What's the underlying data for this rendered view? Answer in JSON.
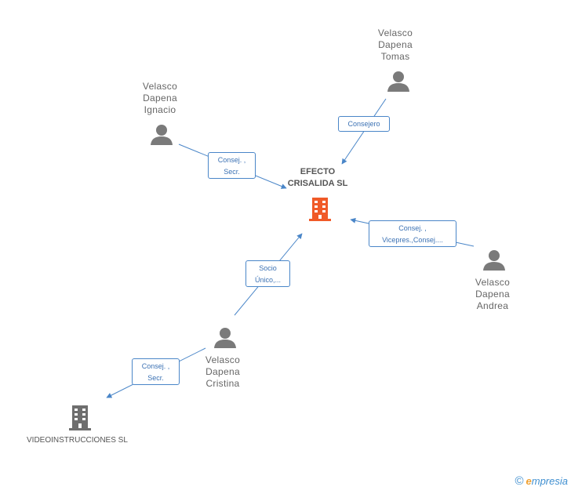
{
  "colors": {
    "accent": "#f05a28",
    "edge": "#4a86c8",
    "person": "#7a7a7a",
    "company_gray": "#6e6e6e"
  },
  "center_company": {
    "lines": [
      "EFECTO",
      "CRISALIDA SL"
    ],
    "icon": "building-icon"
  },
  "other_company": {
    "name": "VIDEOINSTRUCCIONES SL",
    "icon": "building-icon"
  },
  "persons": [
    {
      "lines": [
        "Velasco",
        "Dapena",
        "Tomas"
      ],
      "icon": "person-icon"
    },
    {
      "lines": [
        "Velasco",
        "Dapena",
        "Ignacio"
      ],
      "icon": "person-icon"
    },
    {
      "lines": [
        "Velasco",
        "Dapena",
        "Andrea"
      ],
      "icon": "person-icon"
    },
    {
      "lines": [
        "Velasco",
        "Dapena",
        "Cristina"
      ],
      "icon": "person-icon"
    }
  ],
  "edge_labels": {
    "tomas": [
      "Consejero"
    ],
    "ignacio": [
      "Consej. ,",
      "Secr."
    ],
    "andrea": [
      "Consej. ,",
      "Vicepres.,Consej...."
    ],
    "cristina_center": [
      "Socio",
      "Único,..."
    ],
    "cristina_video": [
      "Consej. ,",
      "Secr."
    ]
  },
  "brand": {
    "copyright": "©",
    "initial": "e",
    "name": "mpresia"
  }
}
